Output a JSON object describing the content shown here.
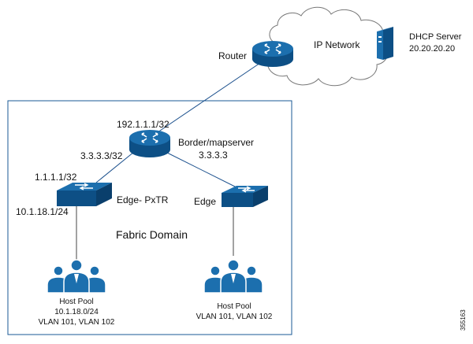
{
  "cloud": {
    "label": "IP Network"
  },
  "dhcp": {
    "name": "DHCP Server",
    "ip": "20.20.20.20"
  },
  "router": {
    "label": "Router"
  },
  "border": {
    "ip_top": "192.1.1.1/32",
    "ip_left": "3.3.3.3/32",
    "name": "Border/mapserver",
    "ip_right": "3.3.3.3"
  },
  "edge_pxtr": {
    "name": "Edge- PxTR",
    "ip_top": "1.1.1.1/32",
    "ip_bottom": "10.1.18.1/24"
  },
  "edge": {
    "name": "Edge"
  },
  "fabric": {
    "label": "Fabric Domain"
  },
  "host_pool_left": {
    "title": "Host Pool",
    "subnet": "10.1.18.0/24",
    "vlans": "VLAN 101,  VLAN 102"
  },
  "host_pool_right": {
    "title": "Host Pool",
    "vlans": "VLAN 101,  VLAN 102"
  },
  "figure_id": "355163",
  "colors": {
    "device_blue": "#1c6fae",
    "device_dark": "#0d4f85",
    "fabric_border": "#1a5a96",
    "cloud_stroke": "#777777"
  }
}
